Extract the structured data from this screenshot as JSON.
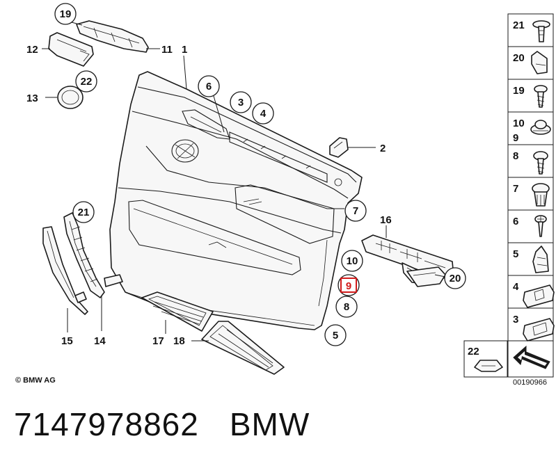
{
  "part_numbers": [
    "1",
    "2",
    "3",
    "4",
    "5",
    "6",
    "7",
    "8",
    "9",
    "10",
    "11",
    "12",
    "13",
    "14",
    "15",
    "16",
    "17",
    "18",
    "19",
    "20",
    "21",
    "22"
  ],
  "side_panel_labels": [
    "21",
    "20",
    "19",
    "10",
    "9",
    "8",
    "7",
    "6",
    "5",
    "4",
    "3",
    "22"
  ],
  "highlighted_part": "9",
  "copyright": "© BMW AG",
  "diagram_number": "00190966",
  "caption": {
    "part_number": "7147978862",
    "brand": "BMW"
  },
  "colors": {
    "highlight": "#d11a1a",
    "line": "#1a1a1a",
    "background": "#ffffff"
  }
}
